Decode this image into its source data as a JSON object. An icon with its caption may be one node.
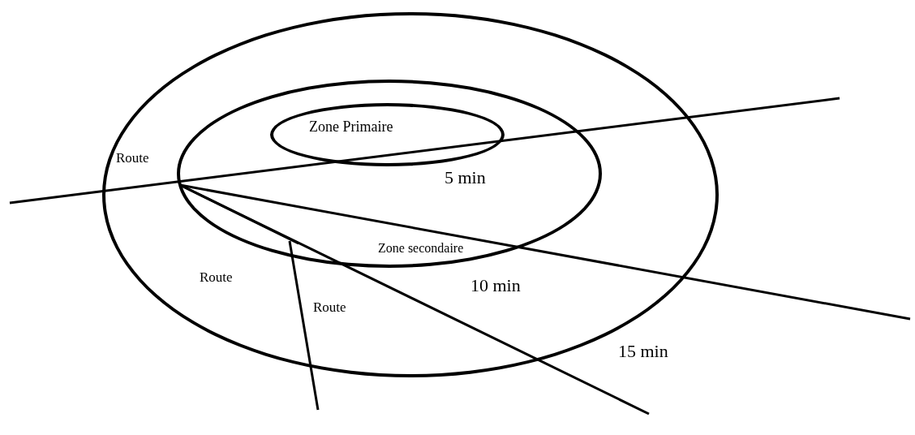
{
  "diagram": {
    "nodes": [
      {
        "text": [
          "10 min"
        ],
        "beside": [
          "15 min"
        ]
      },
      {
        "text": [
          "5 min",
          "Zone secondaire"
        ],
        "in": 0
      },
      {
        "text": [
          "Zone Primaire"
        ],
        "in": 1
      }
    ],
    "labels": [
      "Route",
      "Route",
      "Route"
    ]
  }
}
